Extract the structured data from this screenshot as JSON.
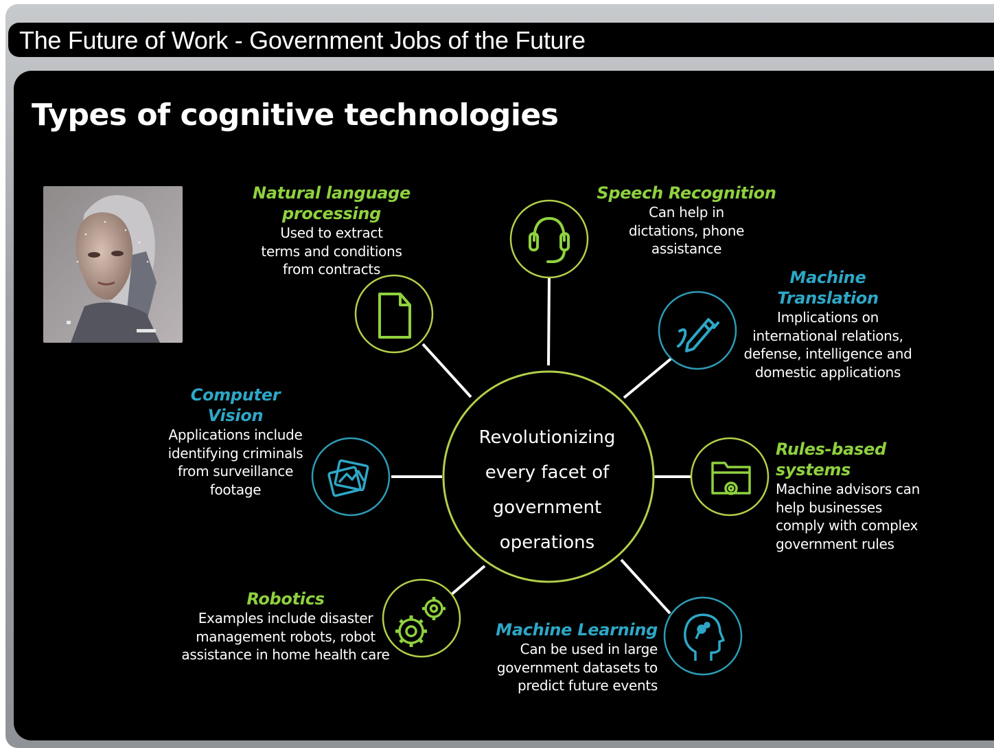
{
  "window": {
    "title": "The Future of Work - Government Jobs of the Future"
  },
  "slide": {
    "title": "Types of cognitive technologies",
    "center": "Revolutionizing every facet of government operations",
    "colors": {
      "green": "#8fd13f",
      "teal": "#2ea7c6",
      "background": "#000000"
    },
    "items": [
      {
        "id": "nlp",
        "title": "Natural language processing",
        "color": "green",
        "icon": "document-icon",
        "description": "Used to extract terms and conditions from contracts"
      },
      {
        "id": "speech",
        "title": "Speech Recognition",
        "color": "green",
        "icon": "headset-icon",
        "description": "Can help in dictations, phone assistance"
      },
      {
        "id": "translation",
        "title": "Machine Translation",
        "color": "teal",
        "icon": "pen-icon",
        "description": "Implications on international relations, defense, intelligence and domestic applications"
      },
      {
        "id": "rules",
        "title": "Rules-based systems",
        "color": "green",
        "icon": "folder-gear-icon",
        "description": "Machine advisors can help businesses comply with complex government rules"
      },
      {
        "id": "ml",
        "title": "Machine Learning",
        "color": "teal",
        "icon": "brain-head-icon",
        "description": "Can be used in large government datasets to predict future events"
      },
      {
        "id": "robotics",
        "title": "Robotics",
        "color": "green",
        "icon": "gears-icon",
        "description": "Examples include disaster management robots, robot assistance in home health care"
      },
      {
        "id": "vision",
        "title": "Computer Vision",
        "color": "teal",
        "icon": "images-icon",
        "description": "Applications include identifying criminals from surveillance footage"
      }
    ]
  }
}
